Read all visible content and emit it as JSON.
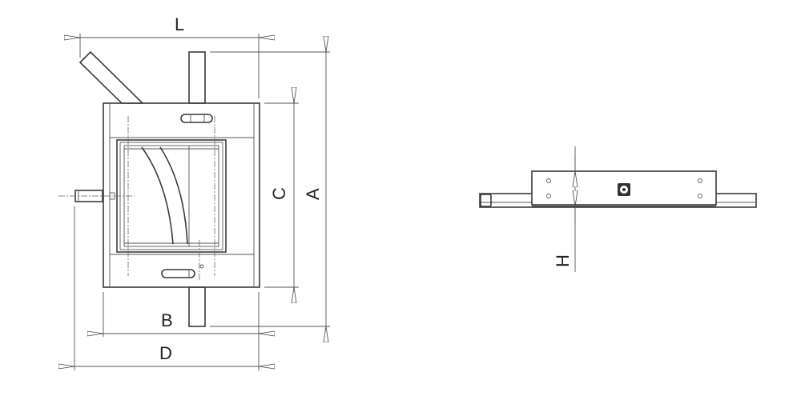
{
  "front_view": {
    "dimensions": {
      "L": "L",
      "A": "A",
      "C": "C",
      "B": "B",
      "D": "D"
    }
  },
  "side_view": {
    "dimensions": {
      "H": "H"
    }
  }
}
